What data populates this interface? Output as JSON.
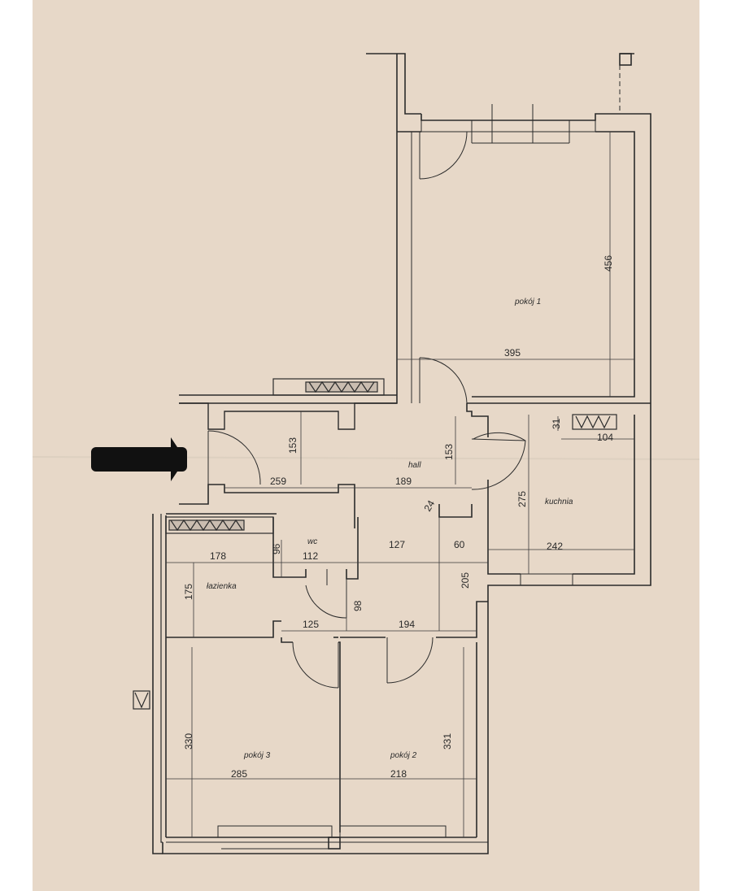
{
  "rooms": {
    "pokoj1": "pokój 1",
    "hall": "hall",
    "kuchnia": "kuchnia",
    "wc": "wc",
    "lazienka": "łazienka",
    "pokoj3": "pokój 3",
    "pokoj2": "pokój 2"
  },
  "dimensions": {
    "d456": "456",
    "d395": "395",
    "d31": "31",
    "d104": "104",
    "d153a": "153",
    "d153b": "153",
    "d259": "259",
    "d189": "189",
    "d275": "275",
    "d242": "242",
    "d24": "24",
    "d178": "178",
    "d96": "96",
    "d112": "112",
    "d127": "127",
    "d60": "60",
    "d175": "175",
    "d205": "205",
    "d98": "98",
    "d125": "125",
    "d194": "194",
    "d330": "330",
    "d331": "331",
    "d285": "285",
    "d218": "218"
  },
  "colors": {
    "paper": "#e7d8c8",
    "ink": "#2b2b2b",
    "redaction": "#111111"
  },
  "icons": {
    "entrance": "entrance-arrow-icon"
  }
}
